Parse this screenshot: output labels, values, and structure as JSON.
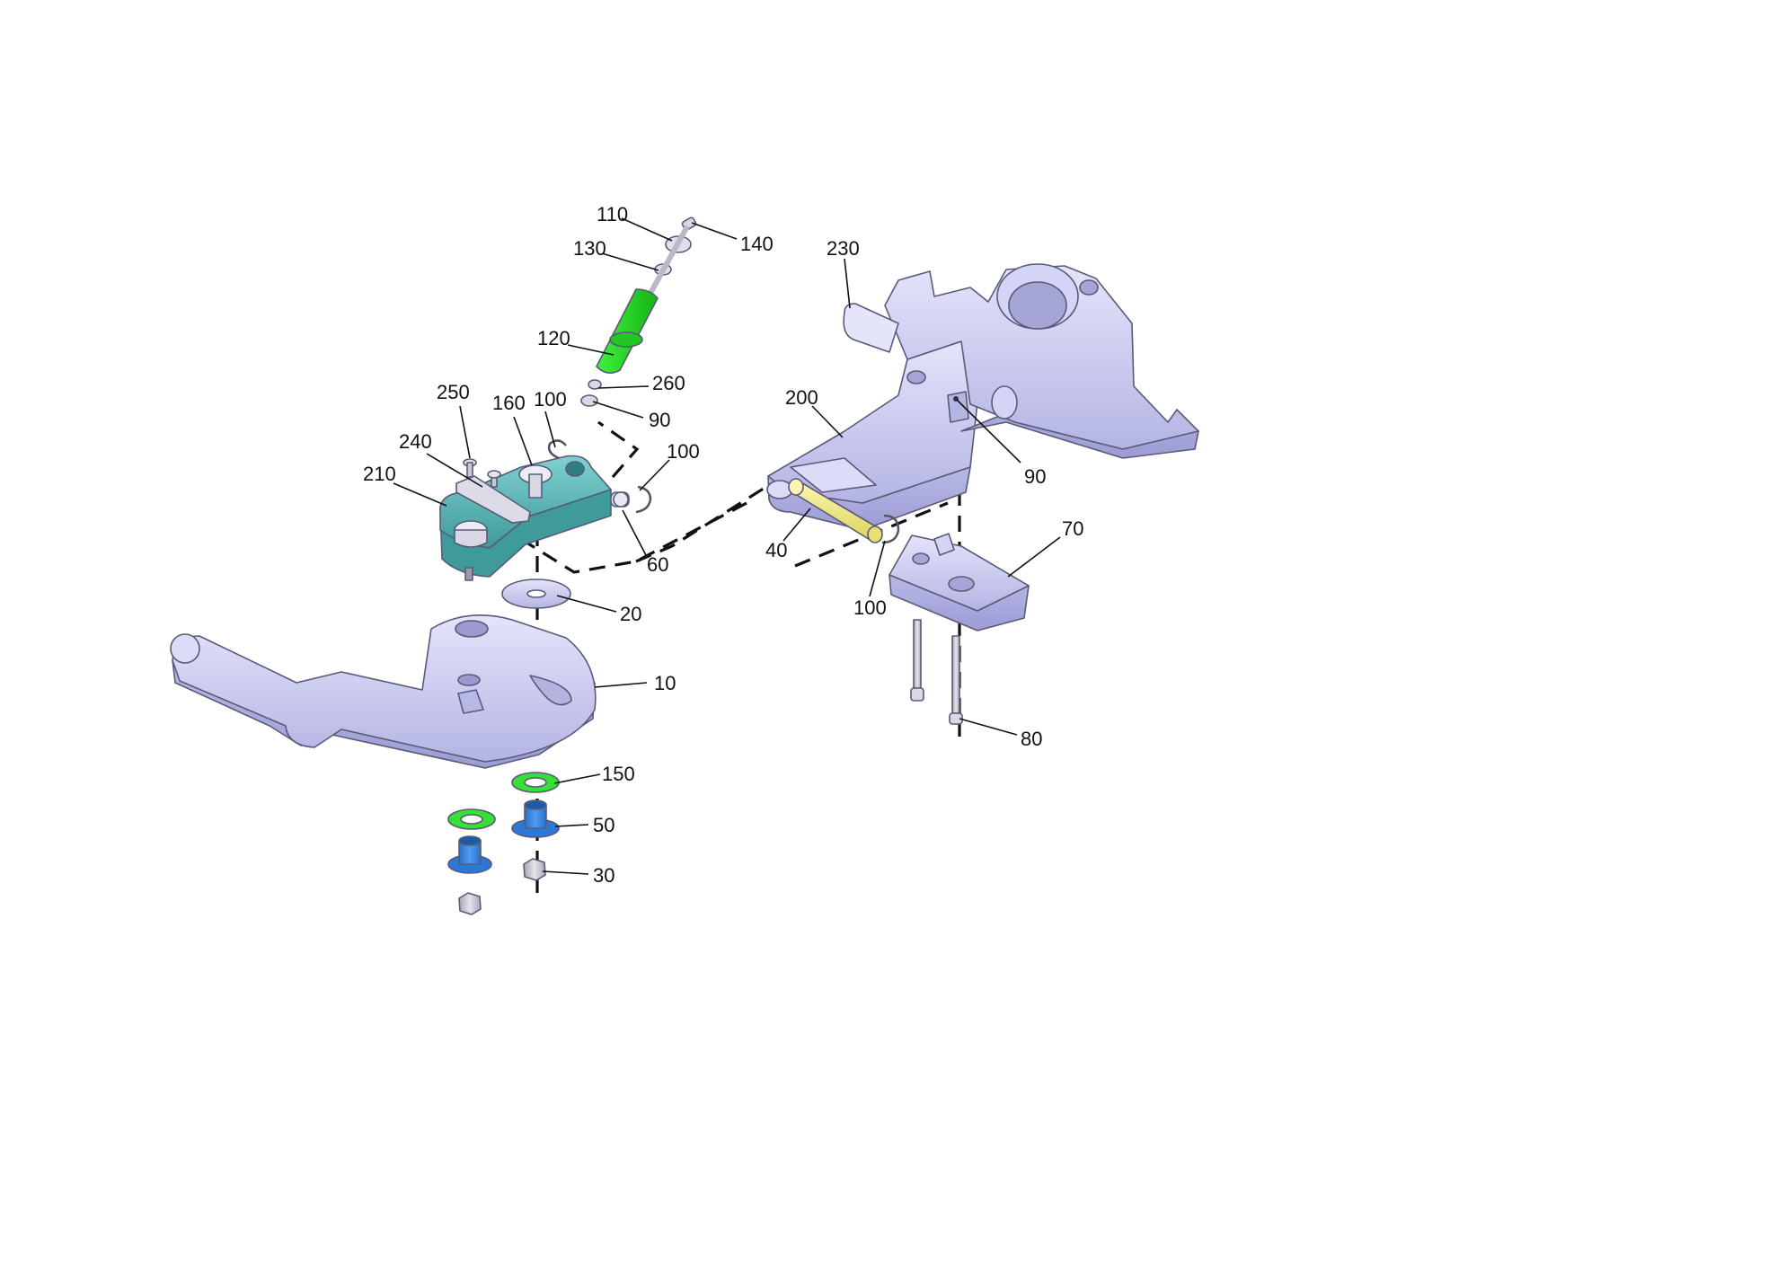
{
  "colors": {
    "body": "#c9c9f2",
    "body_shade": "#a8a8dc",
    "body_dark": "#8e8ec6",
    "teal": "#5fb8b8",
    "teal_dark": "#3f9999",
    "green": "#2ee82e",
    "green_dark": "#16b016",
    "blue": "#3a8be0",
    "blue_dark": "#1f66b8",
    "yellow": "#f2ec86",
    "grey": "#c8c8d2",
    "grey_dark": "#9a9aa8"
  },
  "parts": [
    {
      "id": "p10",
      "label": "10",
      "name": "Lever arm",
      "color_key": "body"
    },
    {
      "id": "p20",
      "label": "20",
      "name": "Washer",
      "color_key": "body"
    },
    {
      "id": "p30",
      "label": "30",
      "name": "Nut",
      "color_key": "grey"
    },
    {
      "id": "p40",
      "label": "40",
      "name": "Pin",
      "color_key": "yellow"
    },
    {
      "id": "p50",
      "label": "50",
      "name": "Bushing",
      "color_key": "blue"
    },
    {
      "id": "p60",
      "label": "60",
      "name": "Pin",
      "color_key": "grey"
    },
    {
      "id": "p70",
      "label": "70",
      "name": "Clamp block",
      "color_key": "body"
    },
    {
      "id": "p80",
      "label": "80",
      "name": "Bolt",
      "color_key": "grey"
    },
    {
      "id": "p90a",
      "label": "90",
      "name": "Washer",
      "color_key": "grey"
    },
    {
      "id": "p90b",
      "label": "90",
      "name": "Washer",
      "color_key": "grey"
    },
    {
      "id": "p100a",
      "label": "100",
      "name": "Retaining clip",
      "color_key": "grey"
    },
    {
      "id": "p100b",
      "label": "100",
      "name": "Retaining clip",
      "color_key": "grey"
    },
    {
      "id": "p100c",
      "label": "100",
      "name": "Retaining clip",
      "color_key": "grey"
    },
    {
      "id": "p110",
      "label": "110",
      "name": "Washer",
      "color_key": "grey"
    },
    {
      "id": "p120",
      "label": "120",
      "name": "Spring damper",
      "color_key": "green"
    },
    {
      "id": "p130",
      "label": "130",
      "name": "Washer",
      "color_key": "grey"
    },
    {
      "id": "p140",
      "label": "140",
      "name": "Screw",
      "color_key": "grey"
    },
    {
      "id": "p150",
      "label": "150",
      "name": "Washer",
      "color_key": "green"
    },
    {
      "id": "p160",
      "label": "160",
      "name": "Bolt",
      "color_key": "grey"
    },
    {
      "id": "p200",
      "label": "200",
      "name": "Main frame",
      "color_key": "body"
    },
    {
      "id": "p210",
      "label": "210",
      "name": "Bracket",
      "color_key": "teal"
    },
    {
      "id": "p230",
      "label": "230",
      "name": "Frame",
      "color_key": "body"
    },
    {
      "id": "p240",
      "label": "240",
      "name": "Plate",
      "color_key": "grey"
    },
    {
      "id": "p250",
      "label": "250",
      "name": "Screw",
      "color_key": "grey"
    },
    {
      "id": "p260",
      "label": "260",
      "name": "Spacer",
      "color_key": "grey"
    }
  ]
}
